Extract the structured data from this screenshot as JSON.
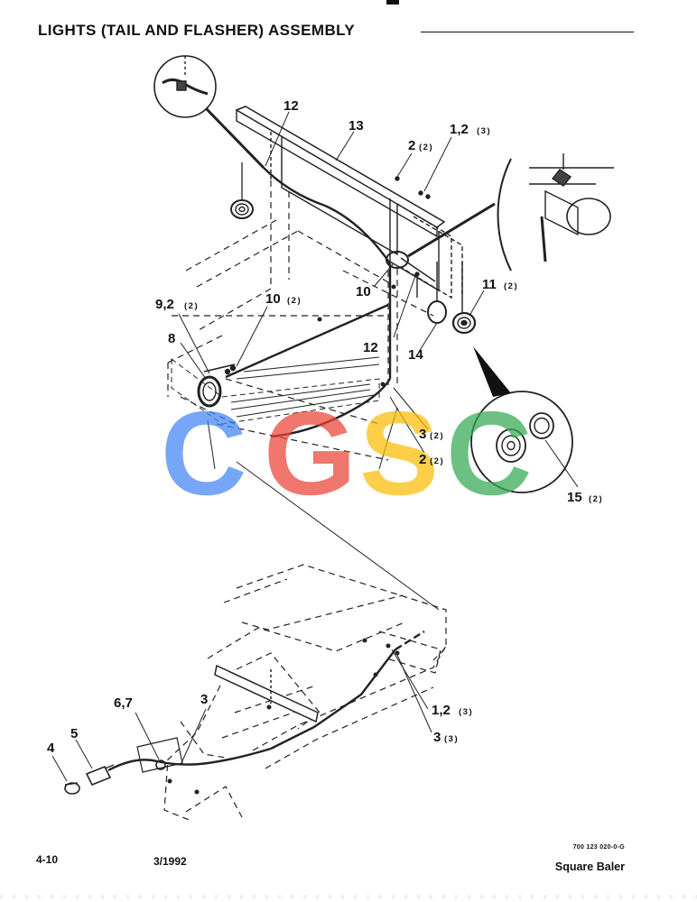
{
  "page": {
    "title": "LIGHTS (TAIL AND FLASHER) ASSEMBLY",
    "page_number": "4-10",
    "date": "3/1992",
    "doc_code": "700 123 020-0-G",
    "product": "Square Baler"
  },
  "watermark": {
    "letters": [
      "C",
      "G",
      "S",
      "C"
    ],
    "colors": [
      "#4285F4",
      "#EA4335",
      "#FBBC05",
      "#34A853"
    ]
  },
  "callouts": {
    "c12_top": {
      "label": "12",
      "sub": ""
    },
    "c13": {
      "label": "13",
      "sub": ""
    },
    "c2_top": {
      "label": "2",
      "sub": "(2)"
    },
    "c12_3_top": {
      "label": "1,2",
      "sub": "(3)"
    },
    "c11": {
      "label": "11",
      "sub": "(2)"
    },
    "c9_2": {
      "label": "9,2",
      "sub": "(2)"
    },
    "c10_2": {
      "label": "10",
      "sub": "(2)"
    },
    "c10": {
      "label": "10",
      "sub": ""
    },
    "c8": {
      "label": "8",
      "sub": ""
    },
    "c12_mid": {
      "label": "12",
      "sub": ""
    },
    "c14": {
      "label": "14",
      "sub": ""
    },
    "c3_2": {
      "label": "3",
      "sub": "(2)"
    },
    "c2_2": {
      "label": "2",
      "sub": "(2)"
    },
    "c15": {
      "label": "15",
      "sub": "(2)"
    },
    "c6_7": {
      "label": "6,7",
      "sub": ""
    },
    "c3_low": {
      "label": "3",
      "sub": ""
    },
    "c1_2_low": {
      "label": "1,2",
      "sub": "(3)"
    },
    "c3_3": {
      "label": "3",
      "sub": "(3)"
    },
    "c5": {
      "label": "5",
      "sub": ""
    },
    "c4": {
      "label": "4",
      "sub": ""
    }
  }
}
